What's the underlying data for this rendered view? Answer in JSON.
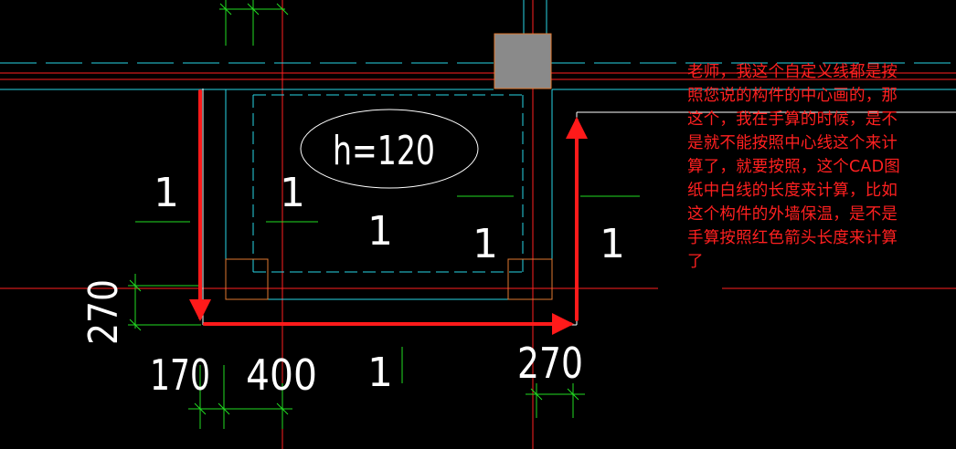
{
  "drawing": {
    "elevation_label": "h=120",
    "labels": {
      "one_left": "1",
      "one_inner_left": "1",
      "one_center": "1",
      "one_inner_right": "1",
      "one_right": "1",
      "one_bottom": "1"
    },
    "dimensions": {
      "vertical_left": "270",
      "bottom_170": "170",
      "bottom_400": "400",
      "bottom_270": "270"
    },
    "colors": {
      "background": "#000000",
      "red_axis": "#ff2020",
      "cyan_wall": "#29d6e6",
      "green_dim": "#22dd22",
      "orange_box": "#e07830",
      "white_line": "#ffffff",
      "gray_column": "#8a8a8a",
      "arrow_red": "#ff1a1a"
    }
  },
  "note": {
    "lines": [
      "老师，我这个自定义线都是按",
      "照您说的构件的中心画的，那",
      "这个，我在手算的时候，是不",
      "是就不能按照中心线这个来计",
      "算了，就要按照，这个CAD图",
      "纸中白线的长度来计算，比如",
      "这个构件的外墙保温，是不是",
      "手算按照红色箭头长度来计算",
      "了"
    ]
  }
}
